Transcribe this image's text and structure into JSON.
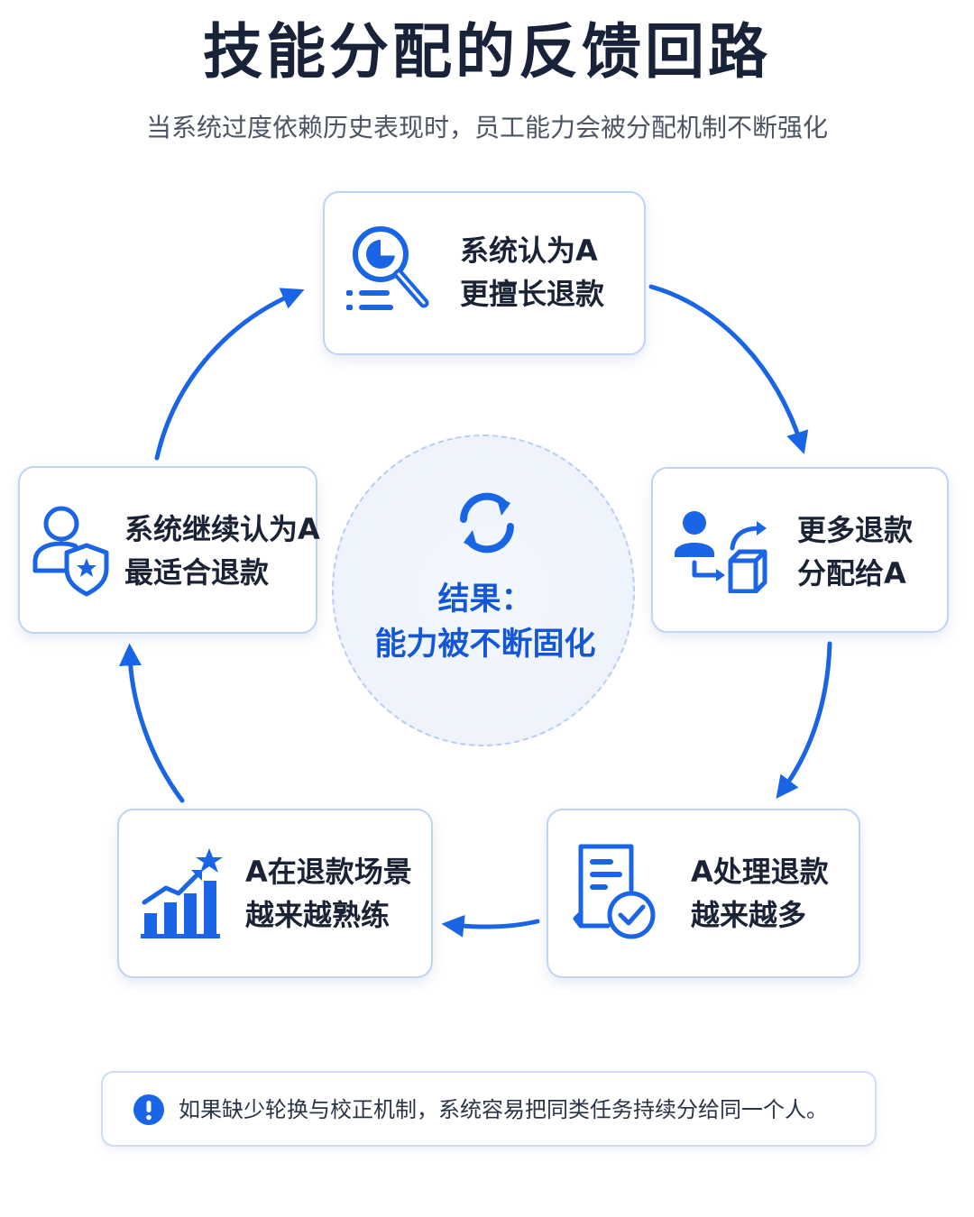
{
  "title": "技能分配的反馈回路",
  "subtitle": "当系统过度依赖历史表现时，员工能力会被分配机制不断强化",
  "center": {
    "line1": "结果：",
    "line2": "能力被不断固化",
    "icon": "refresh-cycle-icon"
  },
  "cards": {
    "top": {
      "line1": "系统认为A",
      "line2": "更擅长退款",
      "icon": "data-analysis-magnifier-icon"
    },
    "right": {
      "line1": "更多退款",
      "line2": "分配给A",
      "icon": "assign-task-icon"
    },
    "bottom_right": {
      "line1": "A处理退款",
      "line2": "越来越多",
      "icon": "document-check-icon"
    },
    "bottom_left": {
      "line1": "A在退款场景",
      "line2": "越来越熟练",
      "icon": "growth-chart-star-icon"
    },
    "left": {
      "line1": "系统继续认为A",
      "line2": "最适合退款",
      "icon": "user-shield-star-icon"
    }
  },
  "note": {
    "text": "如果缺少轮换与校正机制，系统容易把同类任务持续分给同一个人。",
    "icon": "exclamation-circle-icon"
  },
  "colors": {
    "accent": "#1a64e6",
    "text": "#18233a",
    "card_border": "#bfd3f3",
    "center_fill": "#eef3fc"
  }
}
